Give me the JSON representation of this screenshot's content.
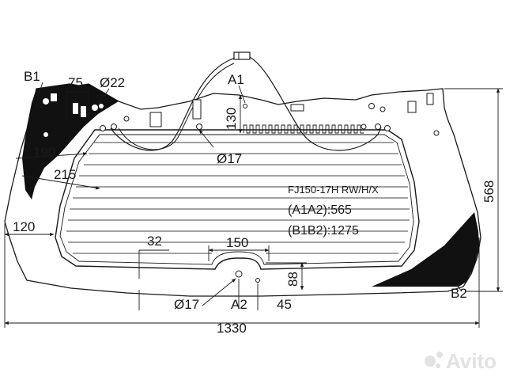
{
  "labels": {
    "b1": "B1",
    "b2": "B2",
    "a1": "A1",
    "a2": "A2"
  },
  "dimensions": {
    "d75": "75",
    "phi22": "Ø22",
    "d130": "130",
    "d190": "190",
    "phi17_top": "Ø17",
    "d215": "215",
    "d120": "120",
    "d32": "32",
    "d150": "150",
    "d88": "88",
    "phi17_bottom": "Ø17",
    "d45": "45",
    "d1330": "1330",
    "d568": "568"
  },
  "spec": {
    "part_code": "FJ150-17H RW/H/X",
    "a1a2": "(A1A2):565",
    "b1b2": "(B1B2):1275"
  },
  "watermark": {
    "text": "Avito"
  },
  "colors": {
    "line": "#1a1a1a",
    "fill_black": "#111111",
    "watermark": "#e2e2e2"
  }
}
